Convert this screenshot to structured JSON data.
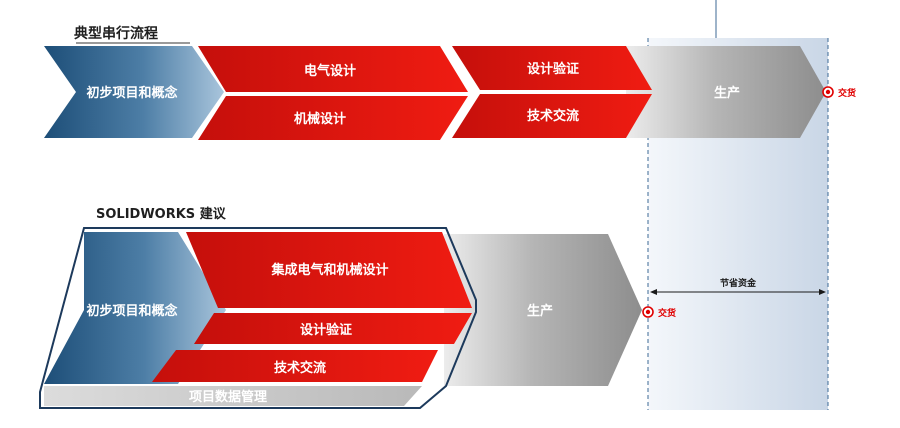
{
  "colors": {
    "red": "#e8140c",
    "red_dark": "#c40d0a",
    "blue": "#1d4e78",
    "blue_light": "#8fb4d0",
    "gray": "#9a9a9a",
    "gray_light": "#e6e6e6",
    "savings_band": "#dbe4ef",
    "marker": "#e00000"
  },
  "typical": {
    "title": "典型串行流程",
    "concept": "初步项目和概念",
    "electrical": "电气设计",
    "mechanical": "机械设计",
    "verification": "设计验证",
    "communication": "技术交流",
    "production": "生产",
    "delivery": "交货"
  },
  "recommended": {
    "title": "SOLIDWORKS 建议",
    "concept": "初步项目和概念",
    "integrated": "集成电气和机械设计",
    "verification": "设计验证",
    "communication": "技术交流",
    "production": "生产",
    "delivery": "交货",
    "data_management": "项目数据管理"
  },
  "savings": {
    "label": "节省资金"
  }
}
